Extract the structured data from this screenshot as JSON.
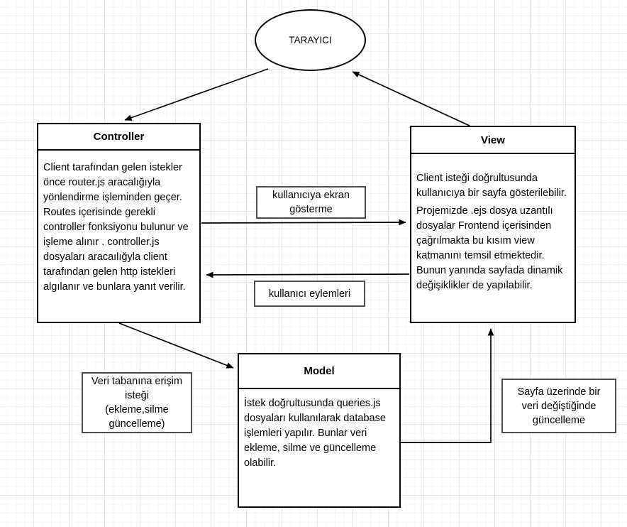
{
  "nodes": {
    "tarayici": {
      "label": "TARAYICI"
    },
    "controller": {
      "title": "Controller",
      "body": "Client tarafından gelen istekler\nönce router.js aracalığıyla\nyönlendirme işleminden geçer.\nRoutes içerisinde gerekli\ncontroller fonksiyonu bulunur ve\nişleme alınır . controller.js\ndosyaları aracaılığyla client\ntarafından gelen http istekleri\nalgılanır ve bunlara yanıt verilir."
    },
    "view": {
      "title": "View",
      "body1": "Client isteği doğrultusunda\nkullanıcıya bir sayfa gösterilebilir.",
      "body2": "Projemizde .ejs dosya uzantılı\ndosyalar Frontend içerisinden\nçağrılmakta bu kısım view\nkatmanını temsil etmektedir.\nBunun yanında sayfada dinamik\ndeğişiklikler de yapılabilir."
    },
    "model": {
      "title": "Model",
      "body": "İstek doğrultusunda queries.js\ndosyaları kullanılarak database\nişlemleri yapılır. Bunlar veri\nekleme, silme ve güncelleme\nolabilir."
    }
  },
  "edge_labels": {
    "show_screen": "kullanıcıya ekran\ngösterme",
    "user_actions": "kullanıcı eylemleri",
    "db_access": "Veri tabanına erişim\nisteği\n(ekleme,silme\ngüncelleme)",
    "page_update": "Sayfa üzerinde bir\nveri değiştiğinde\ngüncelleme"
  },
  "edges": [
    {
      "from": "TARAYICI",
      "to": "Controller",
      "label": ""
    },
    {
      "from": "View",
      "to": "TARAYICI",
      "label": ""
    },
    {
      "from": "Controller",
      "to": "View",
      "label": "kullanıcıya ekran gösterme"
    },
    {
      "from": "View",
      "to": "Controller",
      "label": "kullanıcı eylemleri"
    },
    {
      "from": "Controller",
      "to": "Model",
      "label": "Veri tabanına erişim isteği (ekleme,silme güncelleme)"
    },
    {
      "from": "Model",
      "to": "View",
      "label": "Sayfa üzerinde bir veri değiştiğinde güncelleme"
    }
  ],
  "colors": {
    "shape_stroke": "#000000",
    "label_border": "#4d4d4d",
    "background": "#ffffff",
    "grid_minor": "#f4f4f4",
    "grid_major": "#e6e6e6"
  }
}
